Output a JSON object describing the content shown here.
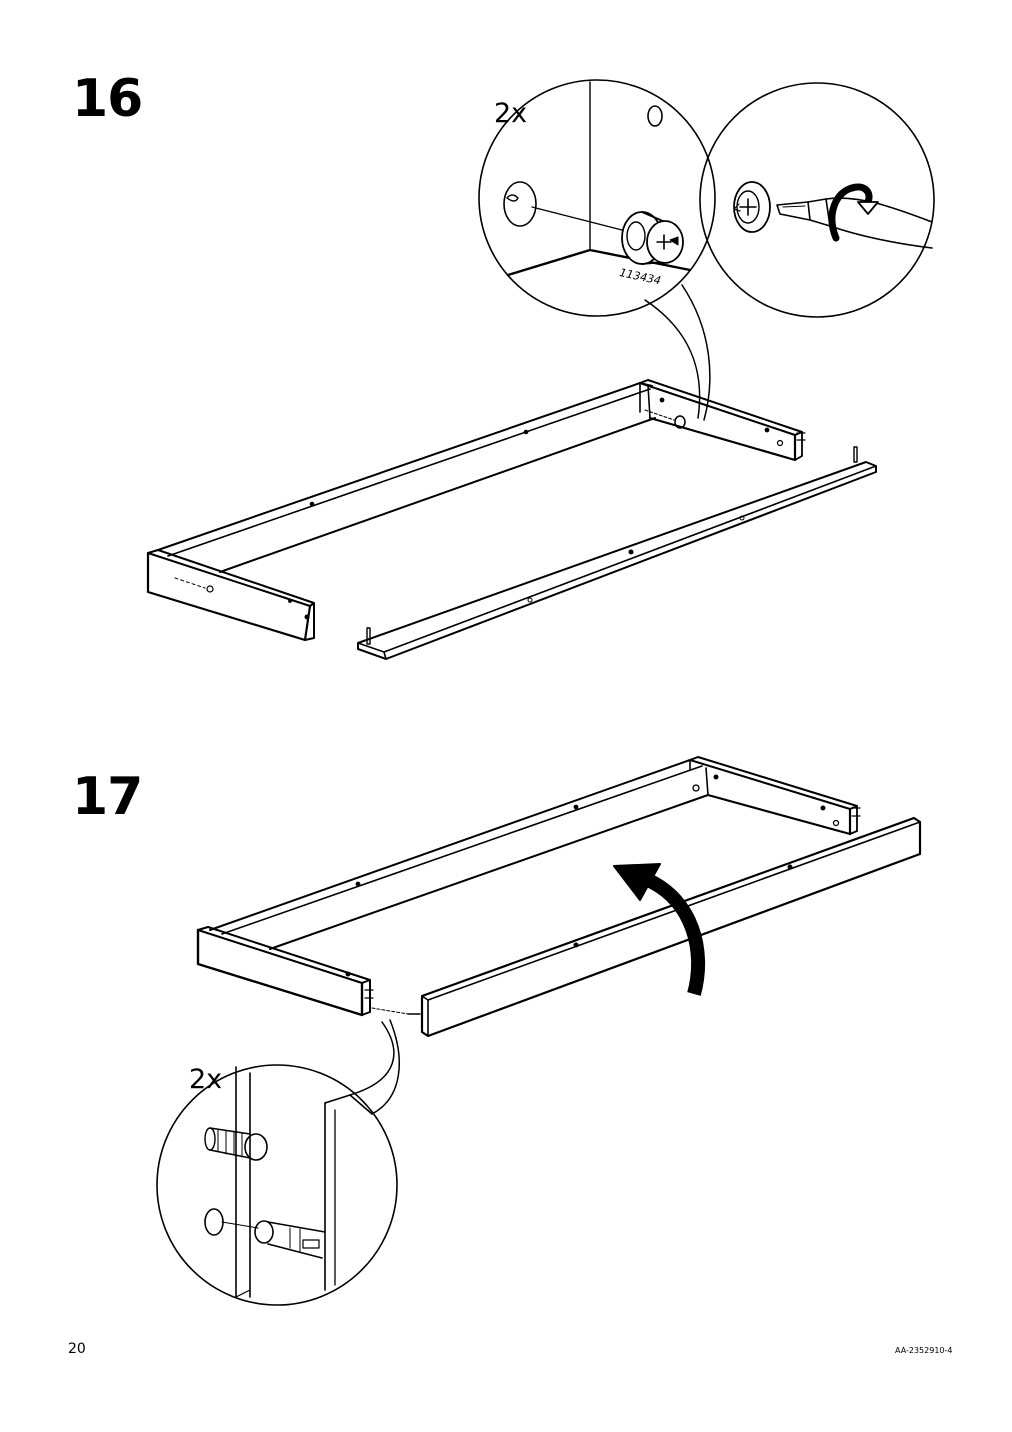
{
  "steps": [
    {
      "number": "16",
      "quantity": "2x",
      "part_number": "113434"
    },
    {
      "number": "17",
      "quantity": "2x"
    }
  ],
  "footer": {
    "page_number": "20",
    "document_code": "AA-2352910-4"
  },
  "icons": [
    "cam-lock-fitting-icon",
    "screwdriver-icon",
    "rotate-arrow-icon",
    "wooden-dowel-icon",
    "lift-arrow-icon"
  ]
}
